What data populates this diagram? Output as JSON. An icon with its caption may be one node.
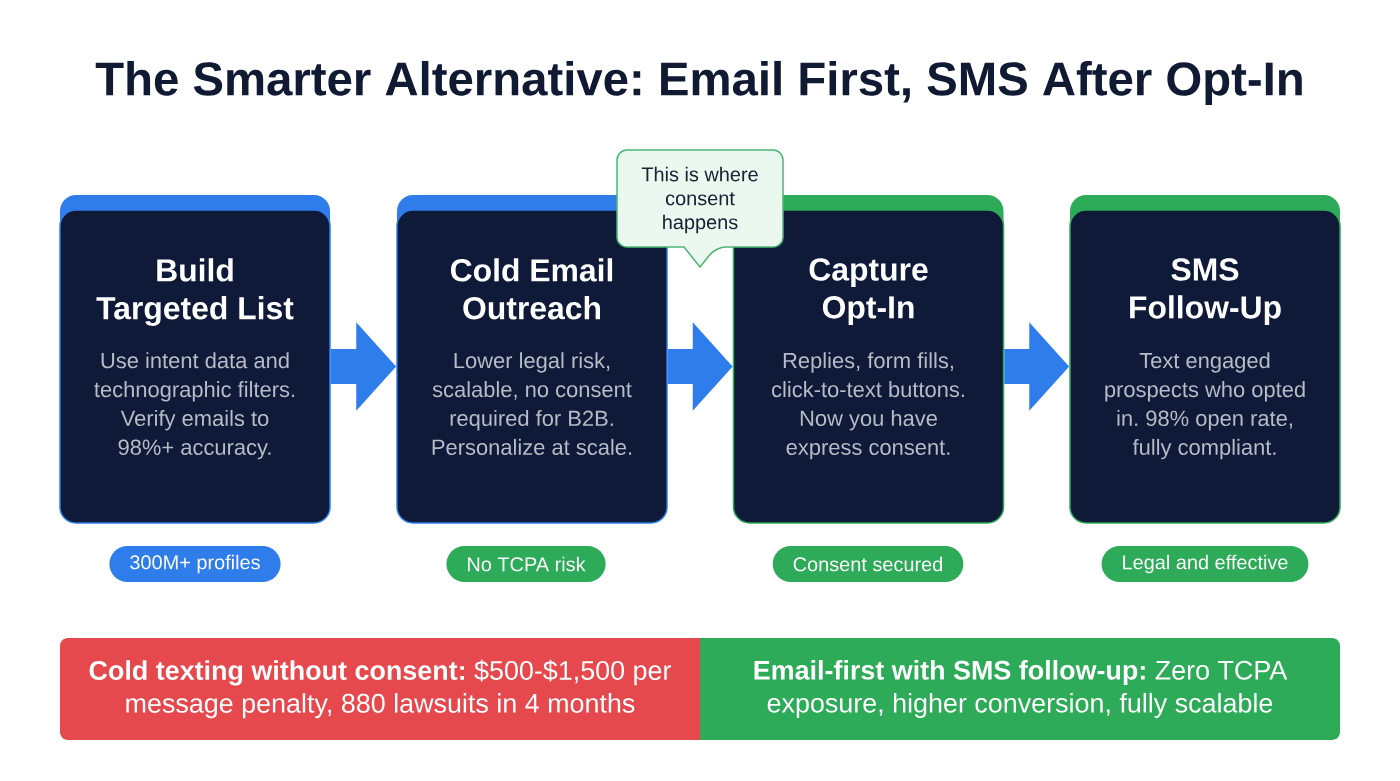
{
  "diagram": {
    "title": "The Smarter Alternative: Email First, SMS After Opt-In",
    "nodes": [
      {
        "text": [
          "Build Targeted List",
          "Use intent data and technographic filters. Verify emails to 98%+ accuracy."
        ]
      },
      {
        "text": [
          "Cold Email Outreach",
          "Lower legal risk, scalable, no consent required for B2B. Personalize at scale."
        ]
      },
      {
        "text": [
          "Capture Opt-In",
          "Replies, form fills, click-to-text buttons. Now you have express consent."
        ]
      },
      {
        "text": [
          "SMS Follow-Up",
          "Text engaged prospects who opted in. 98% open rate, fully compliant."
        ]
      },
      {
        "text": [
          "This is where consent happens"
        ]
      },
      {
        "text": [
          "300M+ profiles"
        ]
      },
      {
        "text": [
          "No TCPA risk"
        ]
      },
      {
        "text": [
          "Consent secured"
        ]
      },
      {
        "text": [
          "Legal and effective"
        ]
      },
      {
        "text": [
          "**Cold texting without consent:** $500-$1,500 per message penalty, 880 lawsuits in 4 months"
        ]
      },
      {
        "text": [
          "**Email-first with SMS follow-up:** Zero TCPA exposure, higher conversion, fully scalable"
        ]
      }
    ],
    "edges": [
      {
        "from": 0,
        "to": 1,
        "arrow": "to"
      },
      {
        "from": 1,
        "to": 2,
        "arrow": "to"
      },
      {
        "from": 2,
        "to": 3,
        "arrow": "to"
      }
    ]
  }
}
